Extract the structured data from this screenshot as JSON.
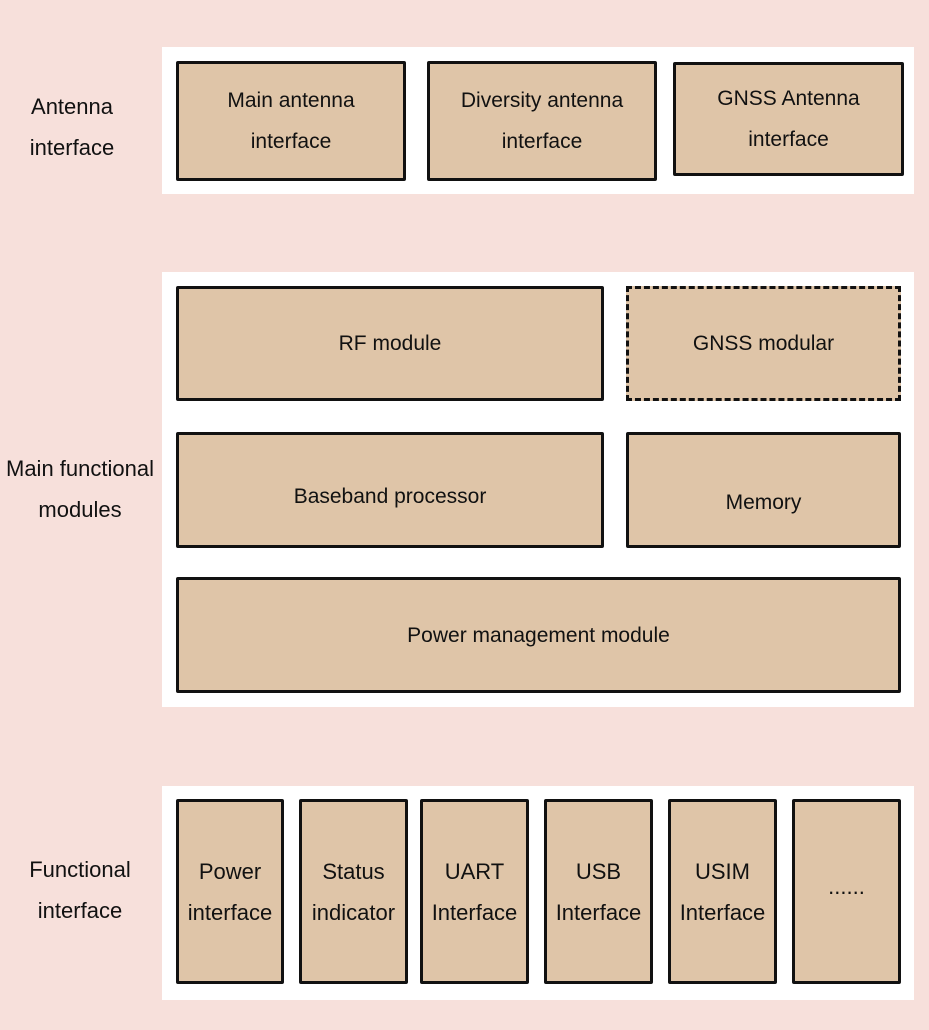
{
  "colors": {
    "background": "#f7e0db",
    "panel": "#ffffff",
    "box_fill": "#dfc5a8",
    "box_border": "#111111"
  },
  "sections": {
    "antenna": {
      "label": "Antenna\ninterface",
      "boxes": [
        {
          "text": "Main antenna\ninterface",
          "style": "solid"
        },
        {
          "text": "Diversity antenna\ninterface",
          "style": "solid"
        },
        {
          "text": "GNSS Antenna\ninterface",
          "style": "solid"
        }
      ]
    },
    "main": {
      "label": "Main functional\nmodules",
      "boxes": [
        {
          "text": "RF module",
          "style": "solid"
        },
        {
          "text": "GNSS modular",
          "style": "dashed"
        },
        {
          "text": "Baseband processor",
          "style": "solid"
        },
        {
          "text": "Memory",
          "style": "solid"
        },
        {
          "text": "Power management module",
          "style": "solid"
        }
      ]
    },
    "functional": {
      "label": "Functional\ninterface",
      "boxes": [
        {
          "text": "Power\ninterface",
          "style": "solid"
        },
        {
          "text": "Status\nindicator",
          "style": "solid"
        },
        {
          "text": "UART\nInterface",
          "style": "solid"
        },
        {
          "text": "USB\nInterface",
          "style": "solid"
        },
        {
          "text": "USIM\nInterface",
          "style": "solid"
        },
        {
          "text": "......",
          "style": "solid"
        }
      ]
    }
  }
}
